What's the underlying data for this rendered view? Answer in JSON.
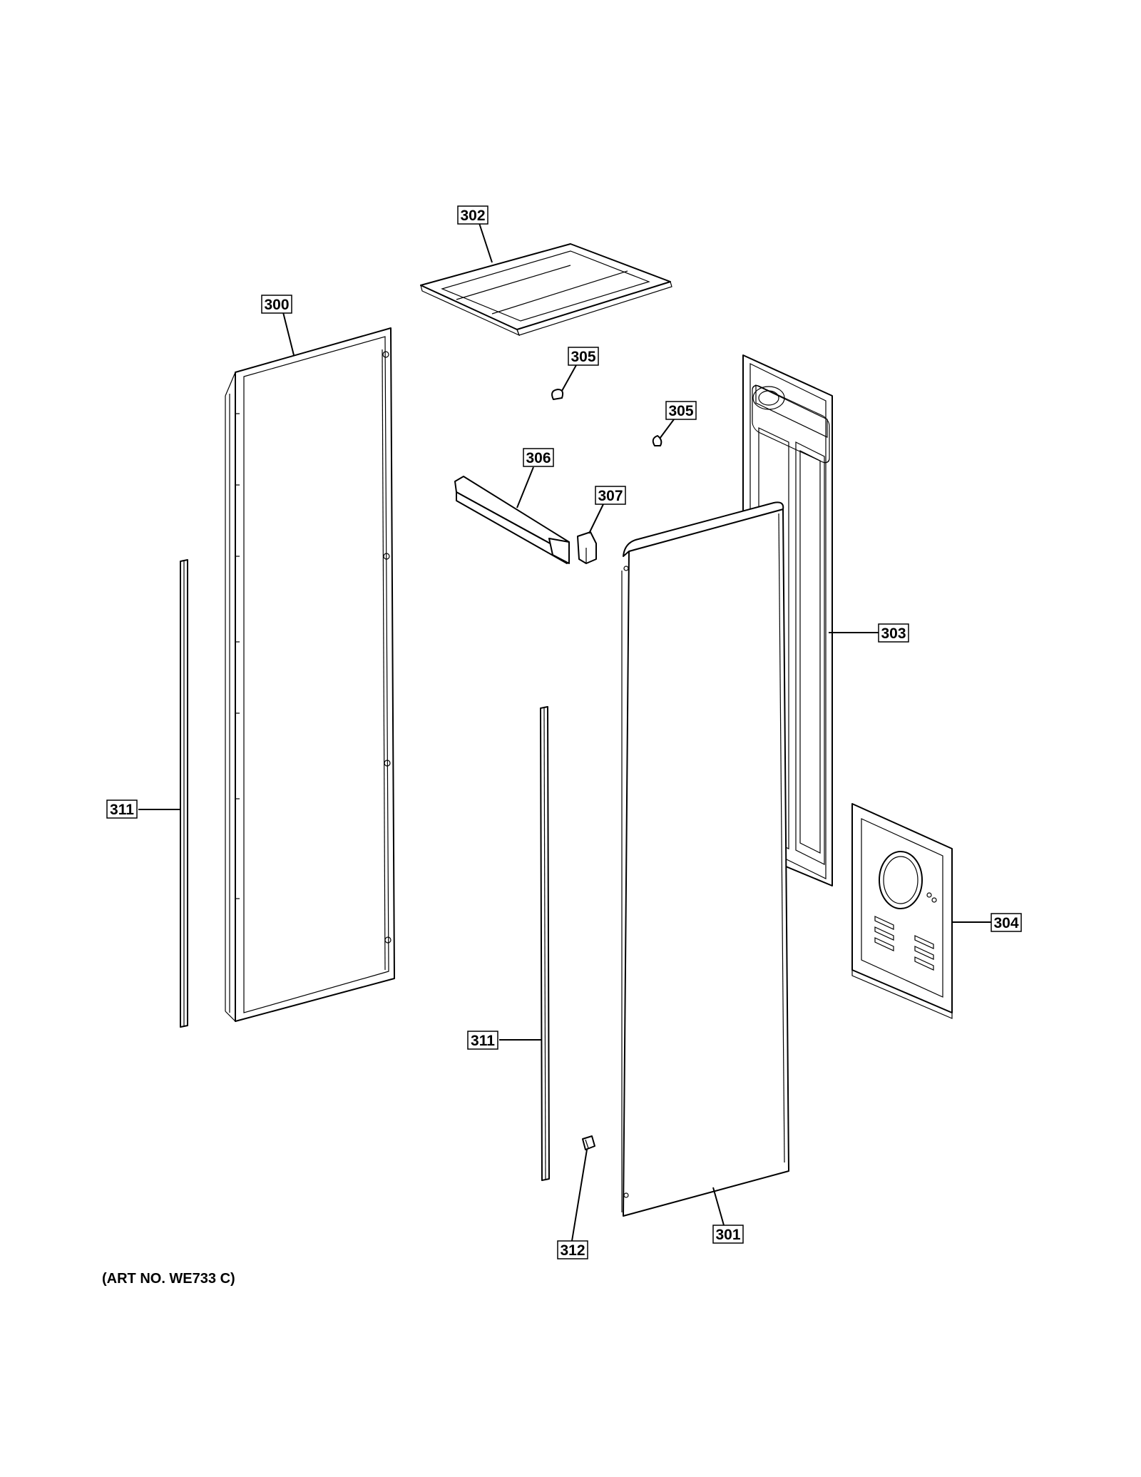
{
  "diagram": {
    "art_number": "(ART NO. WE733 C)",
    "labels": {
      "p300": "300",
      "p301": "301",
      "p302": "302",
      "p303": "303",
      "p304": "304",
      "p305a": "305",
      "p305b": "305",
      "p306": "306",
      "p307": "307",
      "p311a": "311",
      "p311b": "311",
      "p312": "312"
    }
  }
}
